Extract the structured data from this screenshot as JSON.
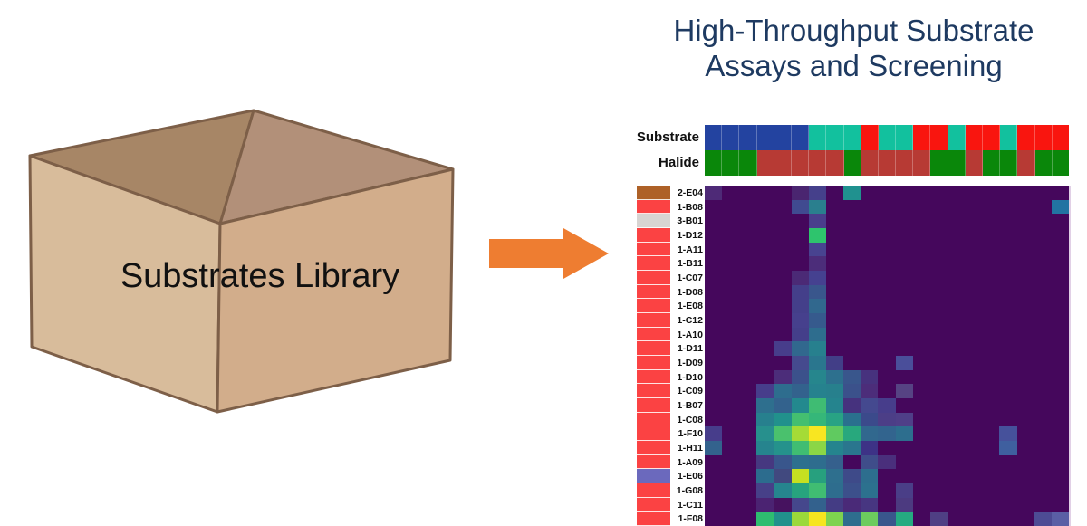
{
  "left_panel": {
    "box_label": "Substrates Library",
    "box_colors": {
      "front_left": "#d8bc9b",
      "front_right": "#d2ad8b",
      "inner_left": "#a78666",
      "inner_right": "#b29079",
      "outline": "#7d5f48"
    }
  },
  "arrow": {
    "color": "#ee7d31"
  },
  "title": {
    "line1": "High-Throughput Substrate",
    "line2": "Assays and Screening",
    "color": "#1e3a61"
  },
  "annotations": {
    "color_codes": {
      "B": "#2343a0",
      "T": "#12c19e",
      "R": "#f9150f",
      "G": "#0a870a",
      "K": "#b73a34"
    },
    "rows": [
      {
        "label": "Substrate",
        "cells": [
          "B",
          "B",
          "B",
          "B",
          "B",
          "B",
          "T",
          "T",
          "T",
          "R",
          "T",
          "T",
          "R",
          "R",
          "T",
          "R",
          "R",
          "T",
          "R",
          "R",
          "R"
        ]
      },
      {
        "label": "Halide",
        "cells": [
          "G",
          "G",
          "G",
          "K",
          "K",
          "K",
          "K",
          "K",
          "G",
          "K",
          "K",
          "K",
          "K",
          "G",
          "G",
          "K",
          "G",
          "G",
          "K",
          "G",
          "G"
        ]
      }
    ]
  },
  "heatmap": {
    "type": "heatmap",
    "n_cols": 21,
    "background": "#45075c",
    "rows": [
      {
        "label": "2-E04",
        "sidebar": "#ae6127"
      },
      {
        "label": "1-B08",
        "sidebar": "#fb4243"
      },
      {
        "label": "3-B01",
        "sidebar": "#d8d4d2"
      },
      {
        "label": "1-D12",
        "sidebar": "#fb4243"
      },
      {
        "label": "1-A11",
        "sidebar": "#fb4243"
      },
      {
        "label": "1-B11",
        "sidebar": "#fb4243"
      },
      {
        "label": "1-C07",
        "sidebar": "#fb4243"
      },
      {
        "label": "1-D08",
        "sidebar": "#fb4243"
      },
      {
        "label": "1-E08",
        "sidebar": "#fb4243"
      },
      {
        "label": "1-C12",
        "sidebar": "#fb4243"
      },
      {
        "label": "1-A10",
        "sidebar": "#fb4243"
      },
      {
        "label": "1-D11",
        "sidebar": "#fb4243"
      },
      {
        "label": "1-D09",
        "sidebar": "#fb4243"
      },
      {
        "label": "1-D10",
        "sidebar": "#fb4243"
      },
      {
        "label": "1-C09",
        "sidebar": "#fb4243"
      },
      {
        "label": "1-B07",
        "sidebar": "#fb4243"
      },
      {
        "label": "1-C08",
        "sidebar": "#fb4243"
      },
      {
        "label": "1-F10",
        "sidebar": "#fb4243"
      },
      {
        "label": "1-H11",
        "sidebar": "#fb4243"
      },
      {
        "label": "1-A09",
        "sidebar": "#fb4243"
      },
      {
        "label": "1-E06",
        "sidebar": "#6b69bd"
      },
      {
        "label": "1-G08",
        "sidebar": "#fb4243"
      },
      {
        "label": "1-C11",
        "sidebar": "#fb4243"
      },
      {
        "label": "1-F08",
        "sidebar": "#fb4243"
      }
    ],
    "cells": [
      [
        1,
        1,
        "#4e2a77"
      ],
      [
        1,
        6,
        "#4a2570"
      ],
      [
        1,
        7,
        "#45408b"
      ],
      [
        1,
        9,
        "#20918f"
      ],
      [
        2,
        6,
        "#404a90"
      ],
      [
        2,
        7,
        "#2a7f8e"
      ],
      [
        2,
        21,
        "#2273a2"
      ],
      [
        3,
        7,
        "#4a3e8c"
      ],
      [
        4,
        7,
        "#2ec46d"
      ],
      [
        5,
        7,
        "#484390"
      ],
      [
        6,
        7,
        "#4c2d7a"
      ],
      [
        7,
        6,
        "#4b2a76"
      ],
      [
        7,
        7,
        "#454190"
      ],
      [
        8,
        6,
        "#443f8a"
      ],
      [
        8,
        7,
        "#39568c"
      ],
      [
        9,
        6,
        "#443f8a"
      ],
      [
        9,
        7,
        "#31688e"
      ],
      [
        10,
        6,
        "#46408d"
      ],
      [
        10,
        7,
        "#365a8d"
      ],
      [
        11,
        6,
        "#443f8a"
      ],
      [
        11,
        7,
        "#2e6d8e"
      ],
      [
        12,
        5,
        "#473d8b"
      ],
      [
        12,
        6,
        "#31688e"
      ],
      [
        12,
        7,
        "#27808e"
      ],
      [
        13,
        6,
        "#454a8e"
      ],
      [
        13,
        7,
        "#2a768e"
      ],
      [
        13,
        8,
        "#423e87"
      ],
      [
        13,
        12,
        "#4a4e9a"
      ],
      [
        14,
        5,
        "#4c2d7a"
      ],
      [
        14,
        6,
        "#3b518b"
      ],
      [
        14,
        7,
        "#26868d"
      ],
      [
        14,
        8,
        "#2d708e"
      ],
      [
        14,
        9,
        "#39568c"
      ],
      [
        14,
        10,
        "#47327e"
      ],
      [
        15,
        4,
        "#473d8b"
      ],
      [
        15,
        5,
        "#2e6d8e"
      ],
      [
        15,
        6,
        "#33628d"
      ],
      [
        15,
        7,
        "#26828e"
      ],
      [
        15,
        8,
        "#27808d"
      ],
      [
        15,
        9,
        "#3b518b"
      ],
      [
        15,
        10,
        "#4c2d7a"
      ],
      [
        15,
        12,
        "#564383"
      ],
      [
        16,
        4,
        "#2e6f8e"
      ],
      [
        16,
        5,
        "#33628d"
      ],
      [
        16,
        6,
        "#23898e"
      ],
      [
        16,
        7,
        "#3fbc73"
      ],
      [
        16,
        8,
        "#25848e"
      ],
      [
        16,
        9,
        "#46327e"
      ],
      [
        16,
        10,
        "#44498f"
      ],
      [
        16,
        11,
        "#473d8b"
      ],
      [
        17,
        4,
        "#27808e"
      ],
      [
        17,
        5,
        "#21918c"
      ],
      [
        17,
        6,
        "#44bf70"
      ],
      [
        17,
        7,
        "#35b779"
      ],
      [
        17,
        8,
        "#28a384"
      ],
      [
        17,
        9,
        "#2a708e"
      ],
      [
        17,
        10,
        "#3b4a8b"
      ],
      [
        17,
        11,
        "#4c3e87"
      ],
      [
        17,
        12,
        "#4f3f88"
      ],
      [
        18,
        1,
        "#473d8b"
      ],
      [
        18,
        4,
        "#27908d"
      ],
      [
        18,
        5,
        "#4ac16d"
      ],
      [
        18,
        6,
        "#a5db36"
      ],
      [
        18,
        7,
        "#f8e621"
      ],
      [
        18,
        8,
        "#60ca60"
      ],
      [
        18,
        9,
        "#28a87d"
      ],
      [
        18,
        10,
        "#31688e"
      ],
      [
        18,
        11,
        "#32648e"
      ],
      [
        18,
        12,
        "#2d6e8e"
      ],
      [
        18,
        18,
        "#46519b"
      ],
      [
        19,
        1,
        "#33628d"
      ],
      [
        19,
        4,
        "#26848e"
      ],
      [
        19,
        5,
        "#25928c"
      ],
      [
        19,
        6,
        "#40bd72"
      ],
      [
        19,
        7,
        "#8bd646"
      ],
      [
        19,
        8,
        "#25848e"
      ],
      [
        19,
        9,
        "#2a768e"
      ],
      [
        19,
        10,
        "#3d3286"
      ],
      [
        19,
        18,
        "#3f5f9f"
      ],
      [
        20,
        4,
        "#463880"
      ],
      [
        20,
        5,
        "#39568c"
      ],
      [
        20,
        6,
        "#2d708e"
      ],
      [
        20,
        7,
        "#2e6d8e"
      ],
      [
        20,
        8,
        "#35608d"
      ],
      [
        20,
        10,
        "#3f4d8a"
      ],
      [
        20,
        11,
        "#4a2f7c"
      ],
      [
        21,
        4,
        "#2c6c8e"
      ],
      [
        21,
        5,
        "#41497f"
      ],
      [
        21,
        6,
        "#c5e021"
      ],
      [
        21,
        7,
        "#27a07e"
      ],
      [
        21,
        8,
        "#2e6f8e"
      ],
      [
        21,
        9,
        "#3e4a89"
      ],
      [
        21,
        10,
        "#2d6e8e"
      ],
      [
        22,
        4,
        "#474088"
      ],
      [
        22,
        5,
        "#26858e"
      ],
      [
        22,
        6,
        "#27a47e"
      ],
      [
        22,
        7,
        "#40bd72"
      ],
      [
        22,
        8,
        "#2e6d8e"
      ],
      [
        22,
        9,
        "#3c508b"
      ],
      [
        22,
        10,
        "#2c718e"
      ],
      [
        22,
        12,
        "#4a3e87"
      ],
      [
        23,
        4,
        "#4b2372"
      ],
      [
        23,
        5,
        "#46125f"
      ],
      [
        23,
        6,
        "#45478c"
      ],
      [
        23,
        7,
        "#33618d"
      ],
      [
        23,
        8,
        "#443c84"
      ],
      [
        23,
        9,
        "#4a2a78"
      ],
      [
        23,
        10,
        "#473681"
      ],
      [
        23,
        12,
        "#4c3a80"
      ],
      [
        24,
        4,
        "#2ebd70"
      ],
      [
        24,
        5,
        "#21918c"
      ],
      [
        24,
        6,
        "#9bd93a"
      ],
      [
        24,
        7,
        "#f6e51f"
      ],
      [
        24,
        8,
        "#7ed34f"
      ],
      [
        24,
        9,
        "#2e6d8e"
      ],
      [
        24,
        10,
        "#6ccc5e"
      ],
      [
        24,
        11,
        "#39568c"
      ],
      [
        24,
        12,
        "#25ab81"
      ],
      [
        24,
        14,
        "#4f3f84"
      ],
      [
        24,
        20,
        "#4d4b94"
      ],
      [
        24,
        21,
        "#5a5fa5"
      ]
    ]
  }
}
